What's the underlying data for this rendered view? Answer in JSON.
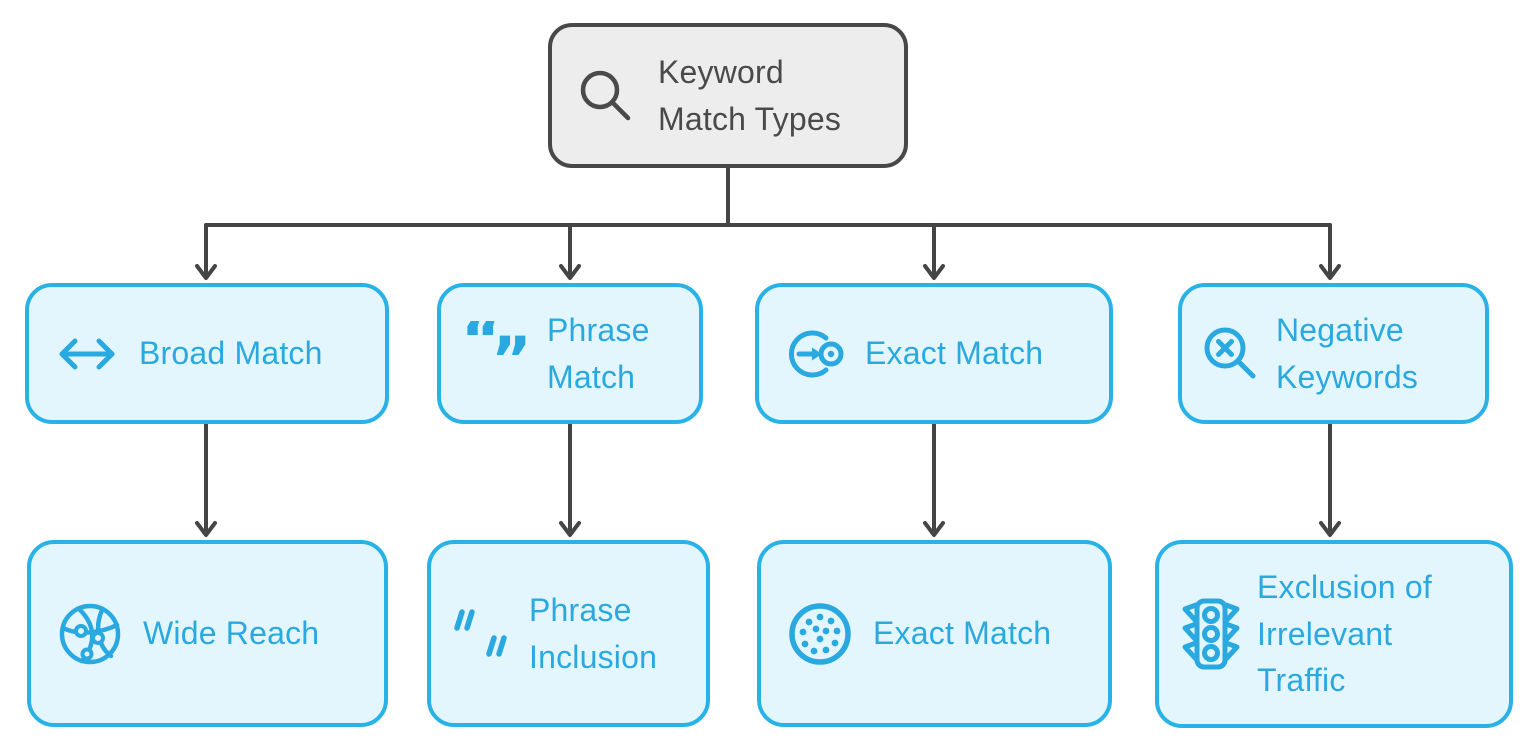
{
  "diagram": {
    "type": "flowchart",
    "orientation": "top-down",
    "root": {
      "label": "Keyword Match Types",
      "icon": "search-icon"
    },
    "branches": [
      {
        "label": "Broad Match",
        "icon": "double-arrow-icon",
        "child": {
          "label": "Wide Reach",
          "icon": "globe-network-icon"
        }
      },
      {
        "label": "Phrase Match",
        "icon": "curly-quotes-icon",
        "child": {
          "label": "Phrase Inclusion",
          "icon": "straight-quotes-icon"
        }
      },
      {
        "label": "Exact Match",
        "icon": "target-arrow-icon",
        "child": {
          "label": "Exact Match",
          "icon": "dotted-circle-icon"
        }
      },
      {
        "label": "Negative Keywords",
        "icon": "excluded-search-icon",
        "child": {
          "label": "Exclusion of Irrelevant Traffic",
          "icon": "traffic-light-icon"
        }
      }
    ]
  },
  "colors": {
    "accent_border": "#29b2e6",
    "accent_text": "#2aa9e0",
    "node_fill": "#e4f6fd",
    "root_fill": "#ededed",
    "root_border": "#484848",
    "root_text": "#4a4a4a",
    "connector": "#454545",
    "background": "#ffffff"
  }
}
